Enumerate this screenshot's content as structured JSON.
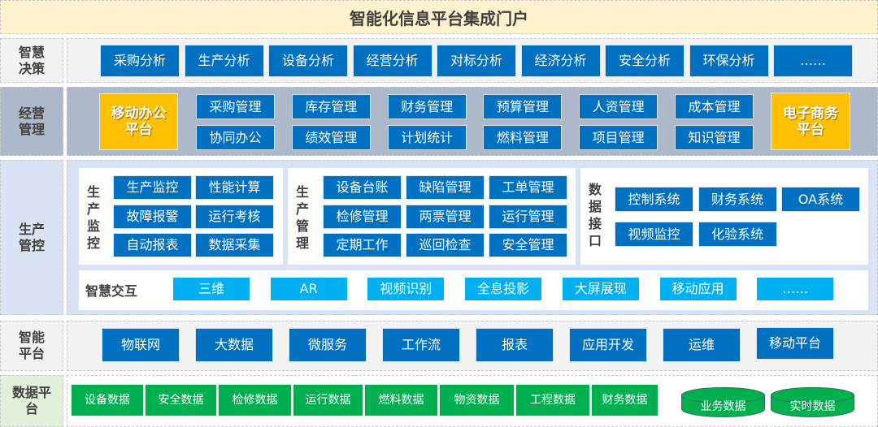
{
  "title": "智能化信息平台集成门户",
  "colors": {
    "primary_blue": "#0070c0",
    "light_blue": "#00b0f0",
    "green": "#00b050",
    "yellow": "#ffc000"
  },
  "rows": {
    "decision": {
      "label": "智慧\n决策",
      "items": [
        "采购分析",
        "生产分析",
        "设备分析",
        "经营分析",
        "对标分析",
        "经济分析",
        "安全分析",
        "环保分析",
        "……"
      ]
    },
    "management": {
      "label": "经营\n管理",
      "left_feature": "移动办公\n平台",
      "right_feature": "电子商务\n平台",
      "items": [
        "采购管理",
        "库存管理",
        "财务管理",
        "预算管理",
        "人资管理",
        "成本管理",
        "协同办公",
        "绩效管理",
        "计划统计",
        "燃料管理",
        "项目管理",
        "知识管理"
      ]
    },
    "production": {
      "label": "生产\n管控",
      "monitor": {
        "label": "生产监控",
        "items": [
          "生产监控",
          "性能计算",
          "故障报警",
          "运行考核",
          "自动报表",
          "数据采集"
        ]
      },
      "manage": {
        "label": "生产管理",
        "items": [
          "设备台账",
          "缺陷管理",
          "工单管理",
          "检修管理",
          "两票管理",
          "运行管理",
          "定期工作",
          "巡回检查",
          "安全管理"
        ]
      },
      "interface": {
        "label": "数据接口",
        "items": [
          "控制系统",
          "财务系统",
          "OA系统",
          "视频监控",
          "化验系统"
        ]
      },
      "interaction": {
        "label": "智慧交互",
        "items": [
          "三维",
          "AR",
          "视频识别",
          "全息投影",
          "大屏展现",
          "移动应用",
          "……"
        ]
      }
    },
    "platform": {
      "label": "智能\n平台",
      "items": [
        "物联网",
        "大数据",
        "微服务",
        "工作流",
        "报表",
        "应用开发",
        "运维",
        "移动平台"
      ]
    },
    "data": {
      "label": "数据平\n台",
      "items": [
        "设备数据",
        "安全数据",
        "检修数据",
        "运行数据",
        "燃料数据",
        "物资数据",
        "工程数据",
        "财务数据"
      ],
      "databases": [
        "业务数据",
        "实时数据"
      ]
    }
  }
}
